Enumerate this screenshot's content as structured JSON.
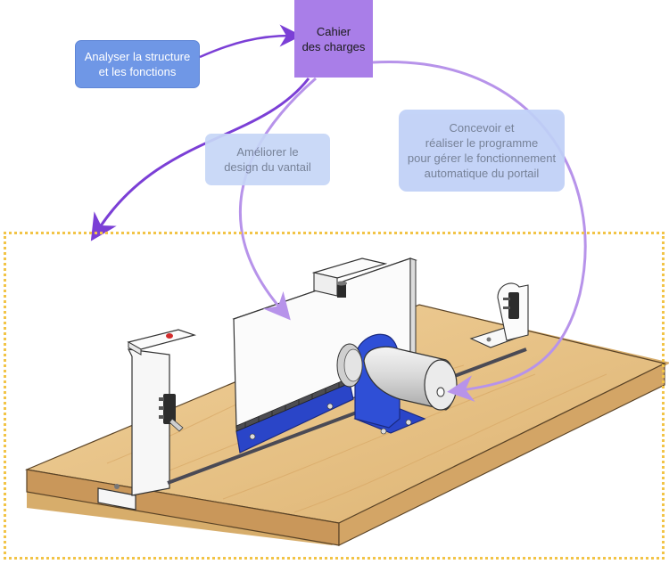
{
  "boxes": {
    "cahier": {
      "label": "Cahier\ndes charges"
    },
    "analyser": {
      "label": "Analyser la structure\net les fonctions"
    },
    "ameliorer": {
      "label": "Améliorer le\ndesign du vantail"
    },
    "concevoir": {
      "label": "Concevoir et\nréaliser le programme\npour gérer le fonctionnement\nautomatique du portail"
    }
  },
  "colors": {
    "cahier": "#a97ee8",
    "analyser": "#6f97e6",
    "light_box": "#c6d6f7",
    "arrow_dark": "#7b3fd6",
    "arrow_light": "#b793ea",
    "frame": "#f2c447",
    "wood": "#e9c58c",
    "rack": "#2a45c8"
  }
}
